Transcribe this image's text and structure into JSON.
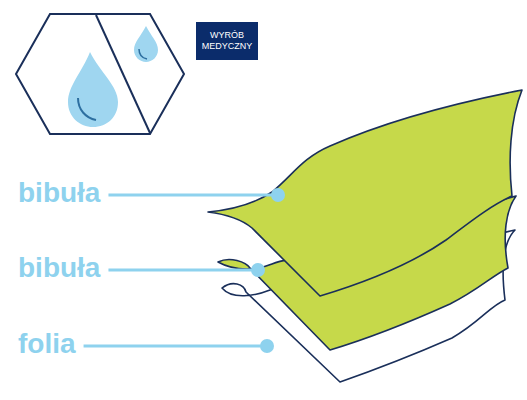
{
  "diagram": {
    "nodes": [
      {
        "text": [
          "WYRÓB MEDYCZNY"
        ]
      }
    ],
    "labels": [
      "bibuła",
      "bibuła",
      "folia"
    ]
  }
}
